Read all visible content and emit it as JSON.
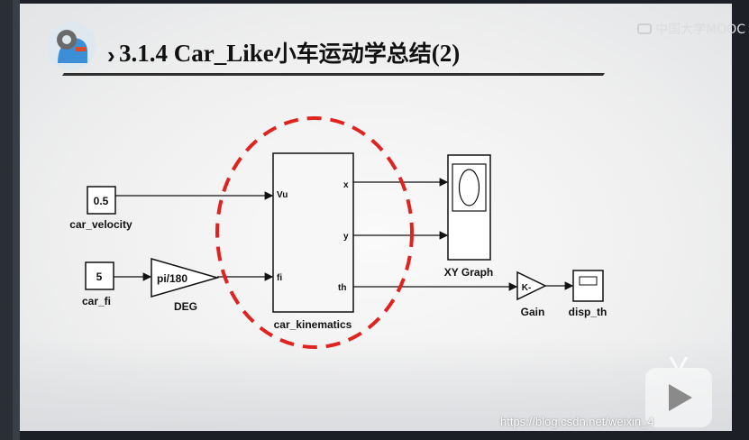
{
  "slide": {
    "title_prefix": "3.1.4 Car_Like",
    "title_cjk": "小车运动学总结",
    "title_suffix": "(2)",
    "brand": "中国大学MOOC",
    "watermark": "https://blog.csdn.net/weixin_4"
  },
  "diagram": {
    "blocks": {
      "car_velocity": {
        "value": "0.5",
        "label": "car_velocity"
      },
      "car_fi": {
        "value": "5",
        "label": "car_fi"
      },
      "deg": {
        "value": "pi/180",
        "label": "DEG"
      },
      "kinematics": {
        "label": "car_kinematics",
        "in1": "Vu",
        "in2": "fi",
        "out1": "x",
        "out2": "y",
        "out3": "th"
      },
      "xy_graph": {
        "label": "XY Graph"
      },
      "gain": {
        "value": "K-",
        "label": "Gain"
      },
      "disp": {
        "label": "disp_th"
      }
    }
  },
  "colors": {
    "highlight_ellipse": "#e0231e",
    "title_text": "#111111"
  },
  "icons": [
    "robot-gear-icon",
    "chevron-right-icon",
    "mooc-logo-icon",
    "play-icon"
  ]
}
